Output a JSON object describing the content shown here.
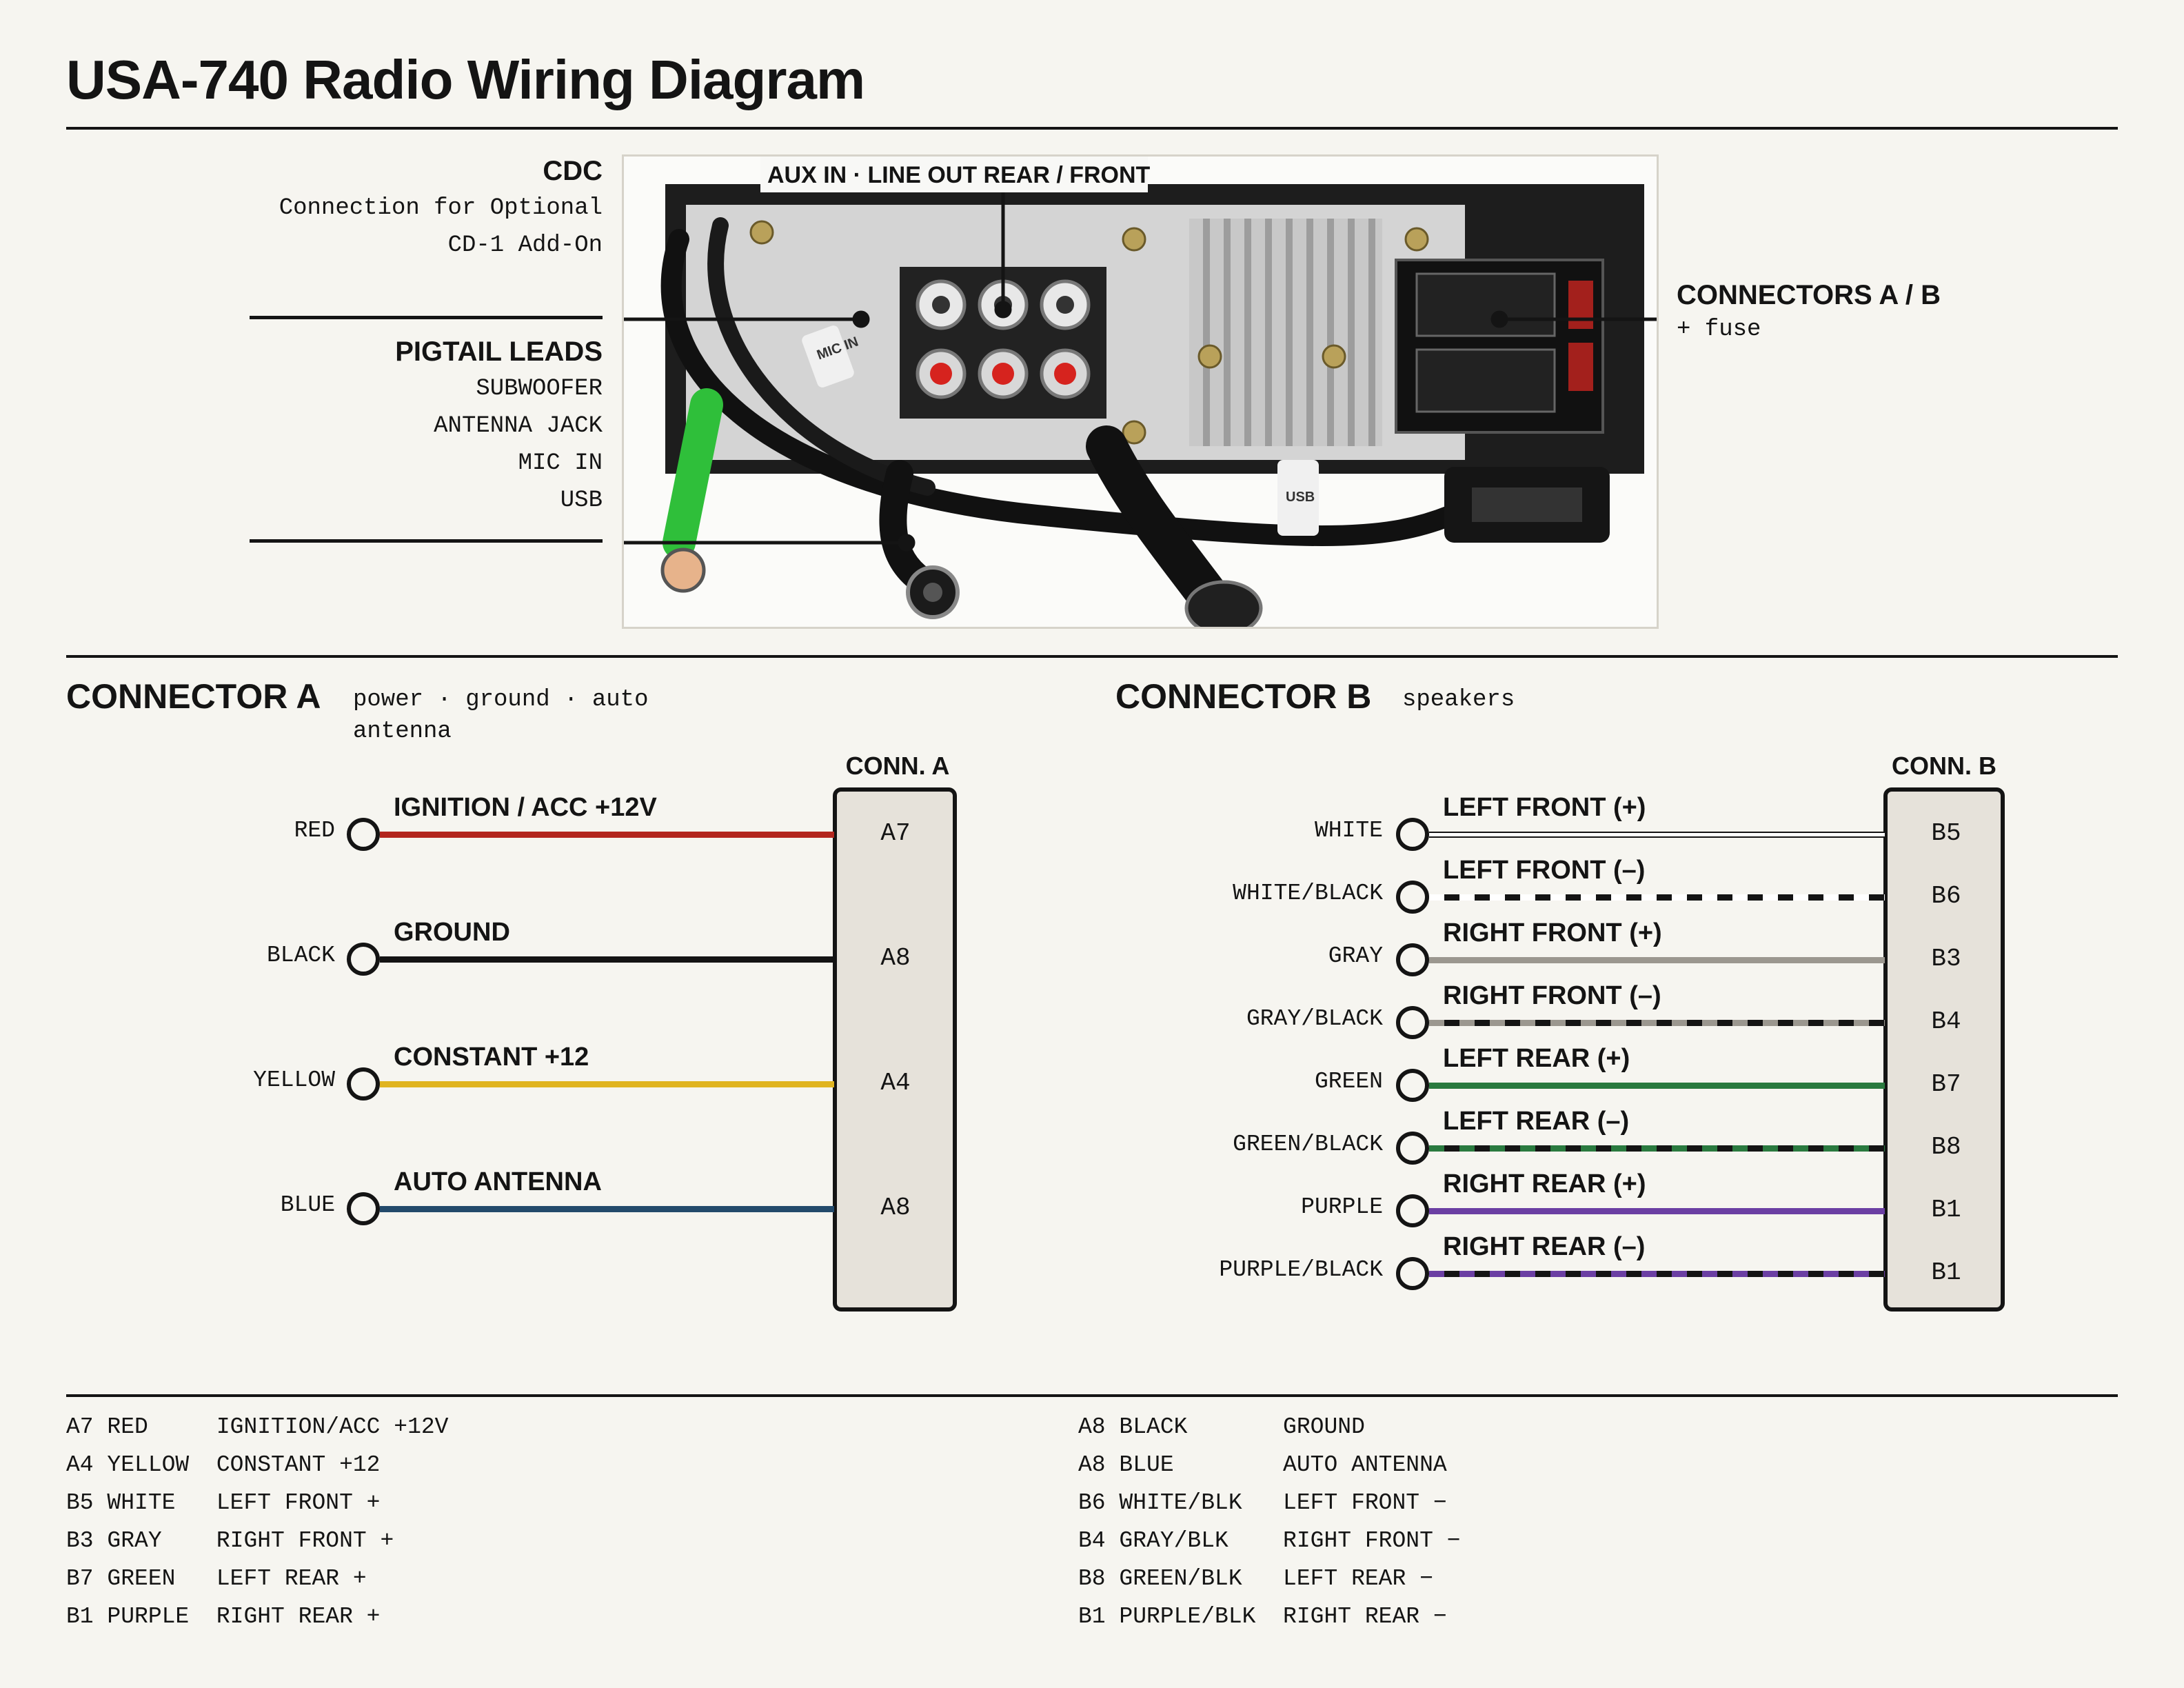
{
  "title": "USA-740 Radio Wiring Diagram",
  "photo": {
    "cdc": {
      "heading": "CDC",
      "lines": [
        "Connection for Optional",
        "CD-1 Add-On"
      ]
    },
    "pigtail": {
      "heading": "PIGTAIL LEADS",
      "lines": [
        "SUBWOOFER",
        "ANTENNA JACK",
        "MIC IN",
        "USB"
      ]
    },
    "aux_callout": "AUX IN · LINE OUT REAR / FRONT",
    "connectors": {
      "heading": "CONNECTORS A / B",
      "sub": "+ fuse"
    },
    "radio_labels": {
      "mic": "MIC IN",
      "usb": "USB"
    }
  },
  "connector_a": {
    "title": "CONNECTOR A",
    "subtitle": "power · ground · auto antenna",
    "box_label": "CONN. A",
    "wires": [
      {
        "color_name": "RED",
        "function": "IGNITION / ACC +12V",
        "pin": "A7",
        "hex": "#b3261e",
        "stripe": ""
      },
      {
        "color_name": "BLACK",
        "function": "GROUND",
        "pin": "A8",
        "hex": "#141414",
        "stripe": ""
      },
      {
        "color_name": "YELLOW",
        "function": "CONSTANT +12",
        "pin": "A4",
        "hex": "#e0b420",
        "stripe": ""
      },
      {
        "color_name": "BLUE",
        "function": "AUTO ANTENNA",
        "pin": "A8",
        "hex": "#234a6b",
        "stripe": ""
      }
    ]
  },
  "connector_b": {
    "title": "CONNECTOR B",
    "subtitle": "speakers",
    "box_label": "CONN. B",
    "wires": [
      {
        "color_name": "WHITE",
        "function": "LEFT FRONT (+)",
        "pin": "B5",
        "hex": "#ffffff",
        "stripe": ""
      },
      {
        "color_name": "WHITE/BLACK",
        "function": "LEFT FRONT (–)",
        "pin": "B6",
        "hex": "#ffffff",
        "stripe": "#141414"
      },
      {
        "color_name": "GRAY",
        "function": "RIGHT FRONT (+)",
        "pin": "B3",
        "hex": "#9b978f",
        "stripe": ""
      },
      {
        "color_name": "GRAY/BLACK",
        "function": "RIGHT FRONT (–)",
        "pin": "B4",
        "hex": "#9b978f",
        "stripe": "#141414"
      },
      {
        "color_name": "GREEN",
        "function": "LEFT REAR (+)",
        "pin": "B7",
        "hex": "#2a7a3f",
        "stripe": ""
      },
      {
        "color_name": "GREEN/BLACK",
        "function": "LEFT REAR (–)",
        "pin": "B8",
        "hex": "#2a7a3f",
        "stripe": "#141414"
      },
      {
        "color_name": "PURPLE",
        "function": "RIGHT REAR (+)",
        "pin": "B1",
        "hex": "#6b3fa3",
        "stripe": ""
      },
      {
        "color_name": "PURPLE/BLACK",
        "function": "RIGHT REAR (–)",
        "pin": "B1",
        "hex": "#6b3fa3",
        "stripe": "#141414"
      }
    ]
  },
  "legend": {
    "left": [
      {
        "pin": "A7",
        "color": "RED",
        "function": "IGNITION/ACC +12V"
      },
      {
        "pin": "A4",
        "color": "YELLOW",
        "function": "CONSTANT +12"
      },
      {
        "pin": "B5",
        "color": "WHITE",
        "function": "LEFT FRONT +"
      },
      {
        "pin": "B3",
        "color": "GRAY",
        "function": "RIGHT FRONT +"
      },
      {
        "pin": "B7",
        "color": "GREEN",
        "function": "LEFT REAR +"
      },
      {
        "pin": "B1",
        "color": "PURPLE",
        "function": "RIGHT REAR +"
      }
    ],
    "right": [
      {
        "pin": "A8",
        "color": "BLACK",
        "function": "GROUND"
      },
      {
        "pin": "A8",
        "color": "BLUE",
        "function": "AUTO ANTENNA"
      },
      {
        "pin": "B6",
        "color": "WHITE/BLK",
        "function": "LEFT FRONT −"
      },
      {
        "pin": "B4",
        "color": "GRAY/BLK",
        "function": "RIGHT FRONT −"
      },
      {
        "pin": "B8",
        "color": "GREEN/BLK",
        "function": "LEFT REAR −"
      },
      {
        "pin": "B1",
        "color": "PURPLE/BLK",
        "function": "RIGHT REAR −"
      }
    ]
  }
}
